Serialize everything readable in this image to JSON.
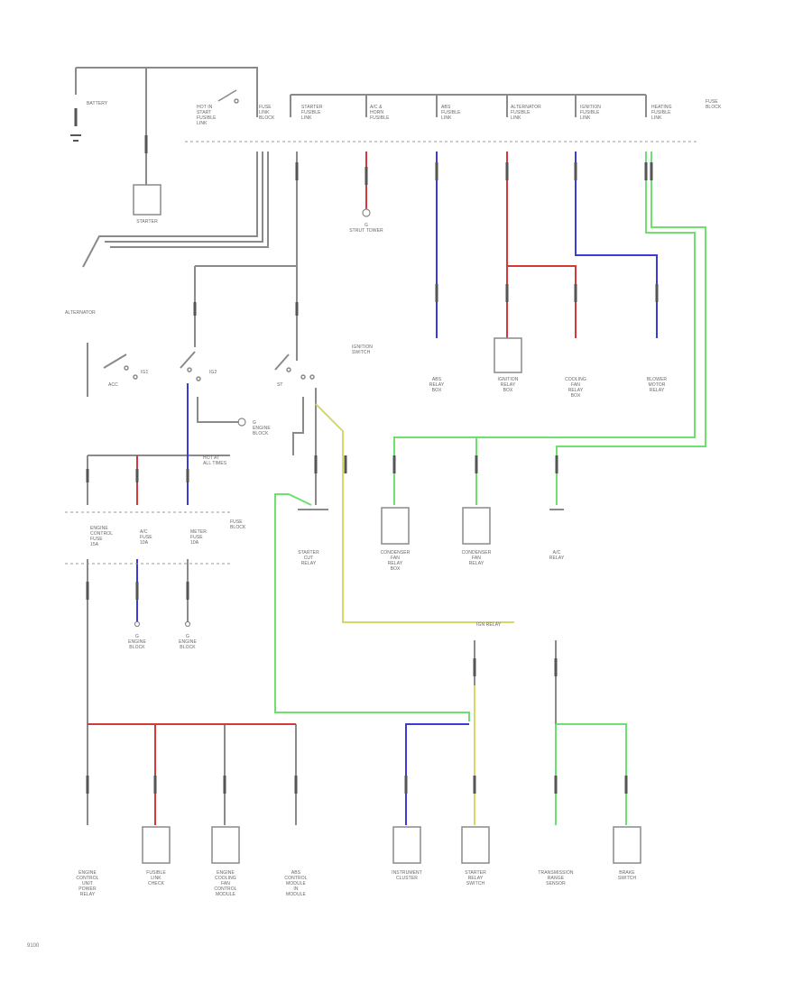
{
  "diagram": {
    "colors": {
      "wire": "#8a8a8a",
      "red": "#d23a3a",
      "blue": "#3b3bd6",
      "green": "#6ee06e",
      "yellow": "#d8d868",
      "dashed": "#9a9a9a"
    },
    "labels": {
      "battery": "BATTERY",
      "starter": "STARTER",
      "fuse_header": "FUSE\nLINK\nBLOCK",
      "fuse_box_left": "HOT IN\nSTART\nFUSIBLE\nLINK",
      "fuse1": "STARTER\nFUSIBLE\nLINK",
      "fuse2": "A/C &\nHORN\nFUSIBLE",
      "fuse3": "ABS\nFUSIBLE\nLINK",
      "fuse4": "ALTERNATOR\nFUSIBLE\nLINK",
      "fuse5": "IGNITION\nFUSIBLE\nLINK",
      "fuse6": "HEATING\nFUSIBLE\nLINK",
      "ground_top": "G\nSTRUT TOWER",
      "alternator": "ALTERNATOR",
      "ignition_switch": "IGNITION\nSWITCH",
      "ig1": "IG1",
      "ig2": "IG2",
      "st": "ST",
      "acc": "ACC",
      "ground_mid": "G\nENGINE\nBLOCK",
      "fuse_block_top": "FUSE\nBLOCK",
      "mid_fuse1": "ENGINE\nCONTROL\nFUSE\n15A",
      "mid_fuse2": "A/C\nFUSE\n10A",
      "mid_fuse3": "METER\nFUSE\n10A",
      "abs_relay": "ABS\nRELAY\nBOX",
      "igniter_relay": "IGNITION\nRELAY\nBOX",
      "cooling_relay": "COOLING\nFAN\nRELAY\nBOX",
      "blower_relay": "BLOWER\nMOTOR\nRELAY",
      "starter_cut": "STARTER\nCUT\nRELAY",
      "condenser1": "CONDENSER\nFAN\nRELAY\nBOX",
      "condenser2": "CONDENSER\nFAN\nRELAY",
      "ac_relay": "A/C\nRELAY",
      "bottom_ground1": "G\nENGINE\nBLOCK",
      "bottom_ground2": "G\nENGINE\nBLOCK",
      "lower_caption": "IGN RELAY",
      "b1": "ENGINE\nCONTROL\nUNIT\nPOWER\nRELAY",
      "b2": "FUSIBLE\nLINK\nCHECK",
      "b3": "ENGINE\nCOOLING\nFAN\nCONTROL\nMODULE",
      "b4": "ABS\nCONTROL\nMODULE\nIN\nMODULE",
      "b5": "INSTRUMENT\nCLUSTER",
      "b6": "STARTER\nRELAY\nSWITCH",
      "b7": "TRANSMISSION\nRANGE\nSENSOR",
      "b8": "BRAKE\nSWITCH",
      "mid_text_left": "HOT AT\nALL TIMES",
      "footer": "9100"
    }
  }
}
